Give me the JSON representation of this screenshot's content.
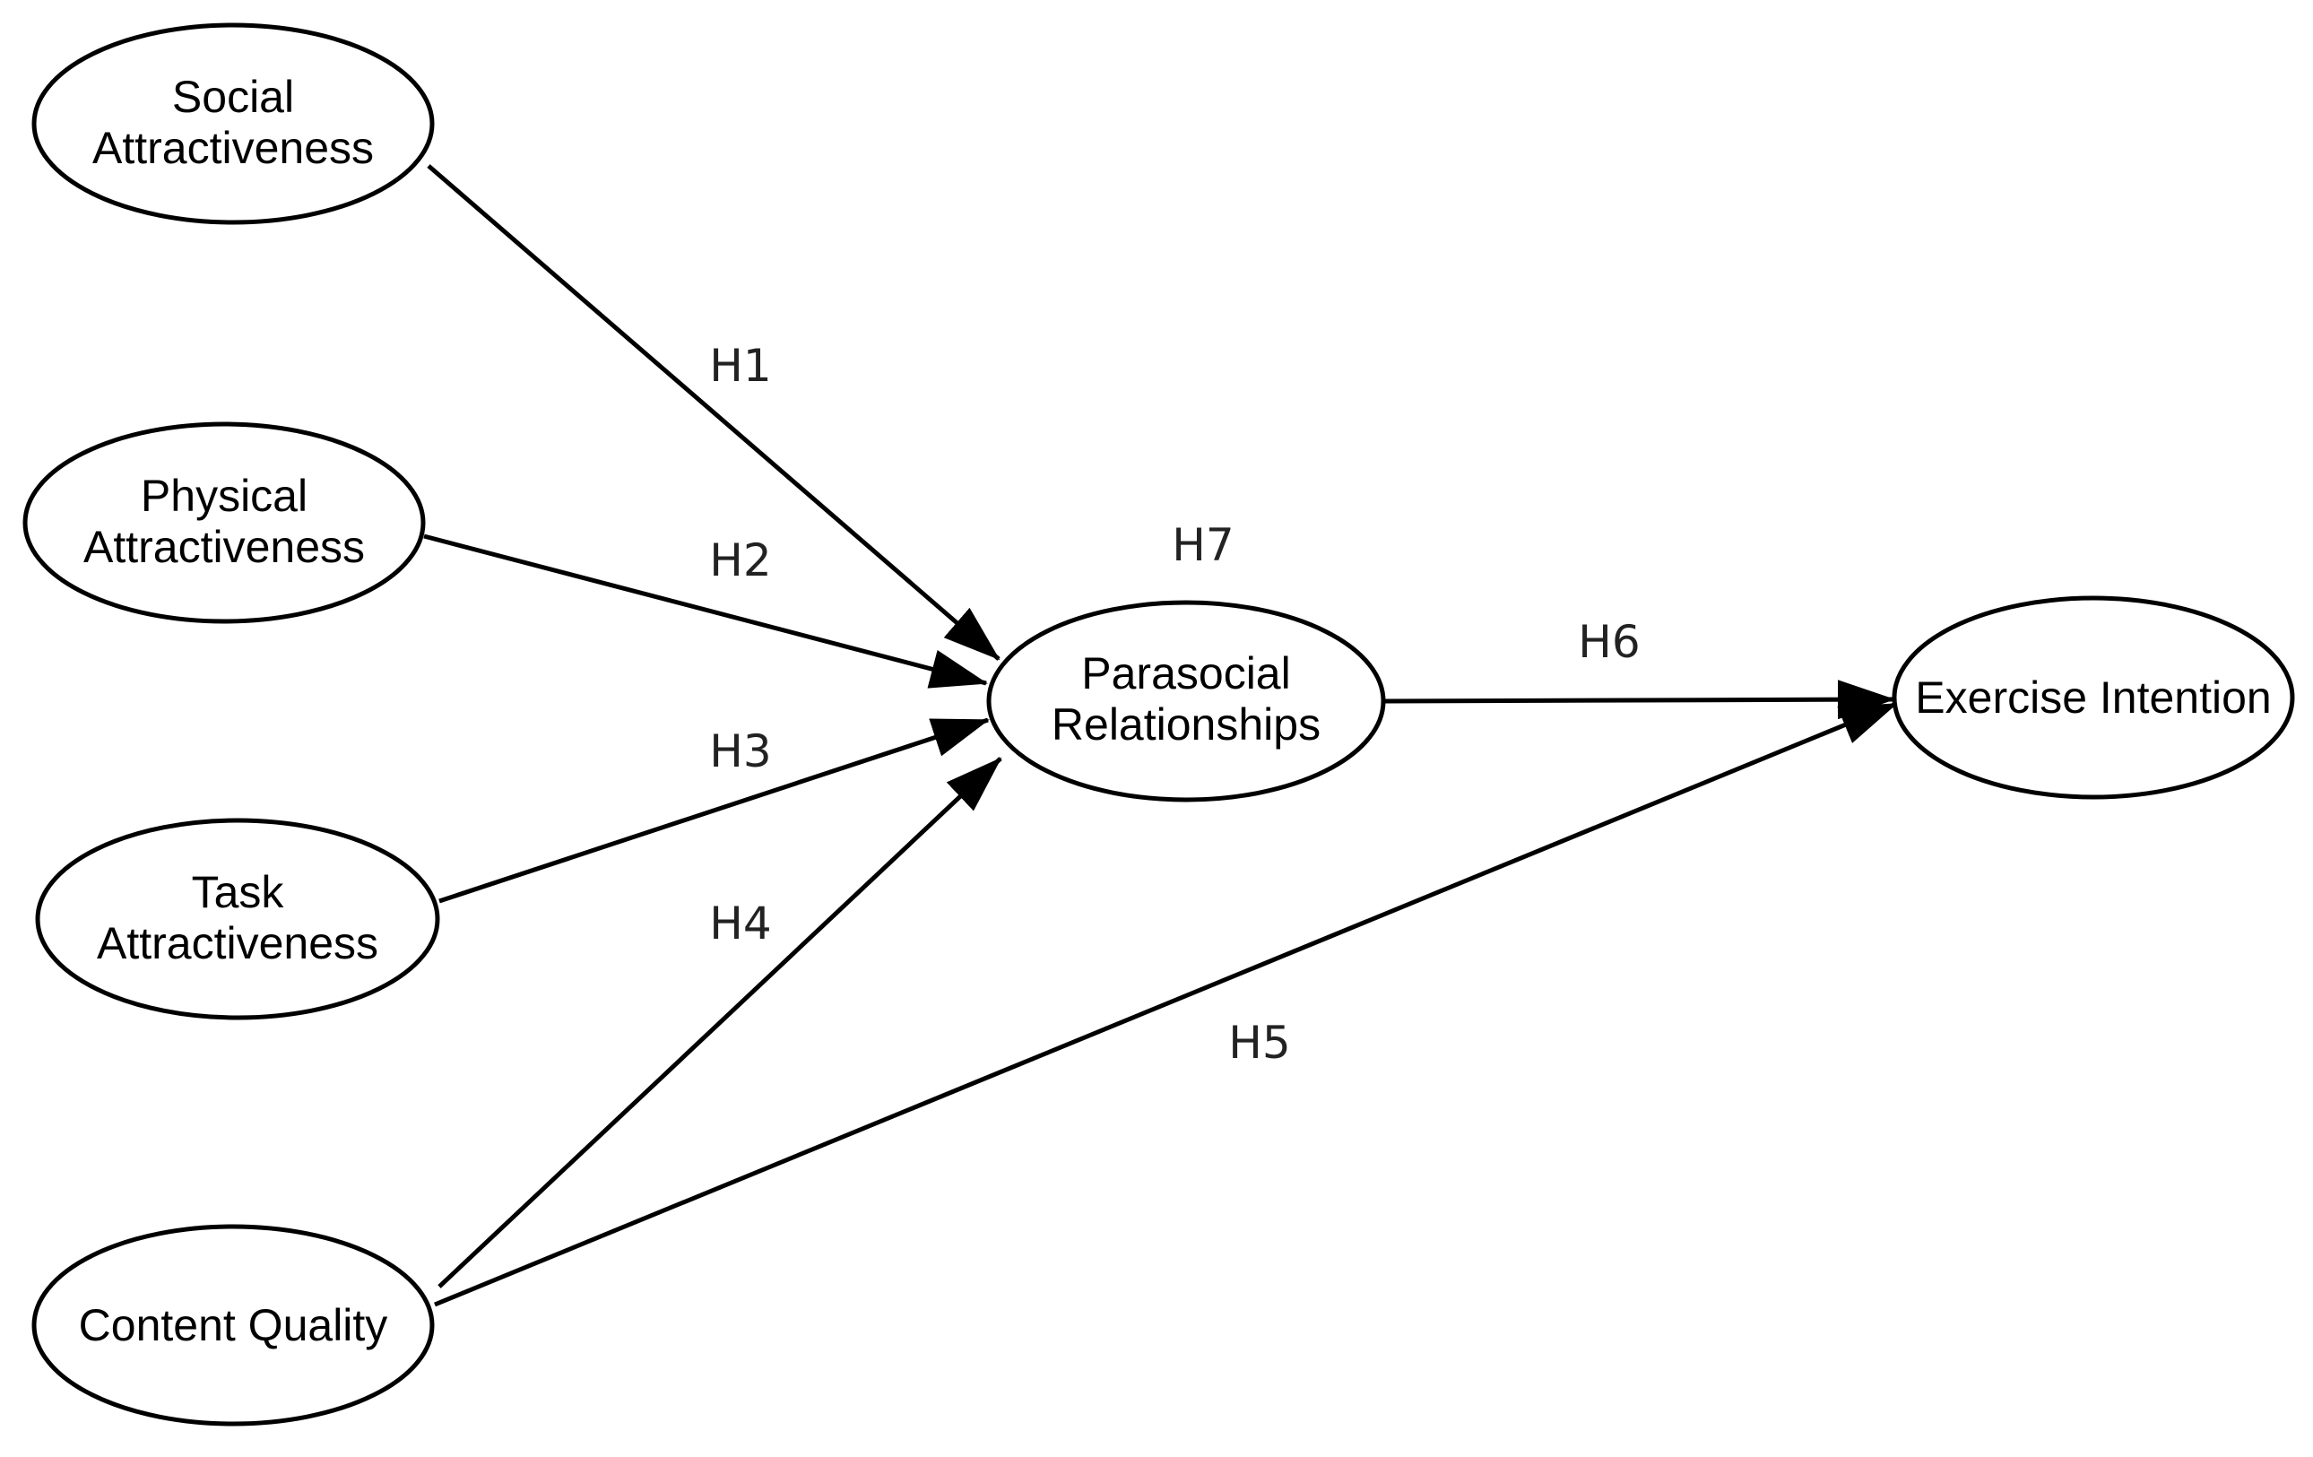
{
  "diagram": {
    "nodes": {
      "social": {
        "line1": "Social",
        "line2": "Attractiveness"
      },
      "physical": {
        "line1": "Physical",
        "line2": "Attractiveness"
      },
      "task": {
        "line1": "Task",
        "line2": "Attractiveness"
      },
      "content": {
        "line1": "Content Quality"
      },
      "parasocial": {
        "line1": "Parasocial",
        "line2": "Relationships"
      },
      "exercise": {
        "line1": "Exercise Intention"
      }
    },
    "hypotheses": {
      "h1": "H1",
      "h2": "H2",
      "h3": "H3",
      "h4": "H4",
      "h5": "H5",
      "h6": "H6",
      "h7": "H7"
    },
    "edges": [
      {
        "from": "Social Attractiveness",
        "to": "Parasocial Relationships",
        "label": "H1"
      },
      {
        "from": "Physical Attractiveness",
        "to": "Parasocial Relationships",
        "label": "H2"
      },
      {
        "from": "Task Attractiveness",
        "to": "Parasocial Relationships",
        "label": "H3"
      },
      {
        "from": "Content Quality",
        "to": "Parasocial Relationships",
        "label": "H4"
      },
      {
        "from": "Content Quality",
        "to": "Exercise Intention",
        "label": "H5"
      },
      {
        "from": "Parasocial Relationships",
        "to": "Exercise Intention",
        "label": "H6"
      }
    ]
  }
}
